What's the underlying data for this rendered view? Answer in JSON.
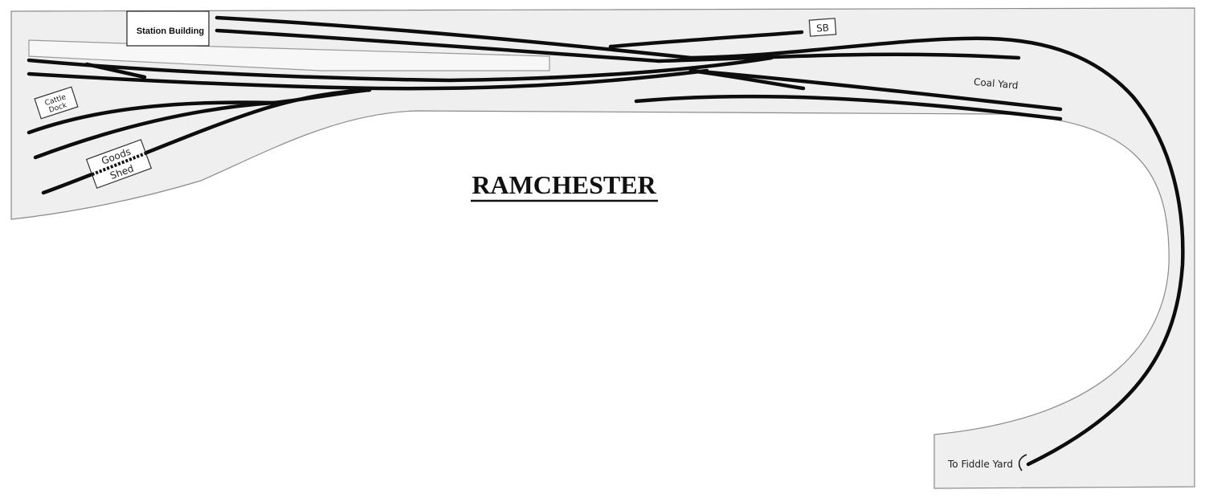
{
  "title": "RAMCHESTER",
  "labels": {
    "station_building": "Station Building",
    "signal_box": "SB",
    "coal_yard": "Coal Yard",
    "cattle_dock_line1": "Cattle",
    "cattle_dock_line2": "Dock",
    "goods_shed_line1": "Goods",
    "goods_shed_line2": "Shed",
    "fiddle_yard": "To Fiddle Yard"
  },
  "colors": {
    "baseboard": "#efefef",
    "track": "#0d0d0d",
    "outline": "#8a8a8a"
  }
}
